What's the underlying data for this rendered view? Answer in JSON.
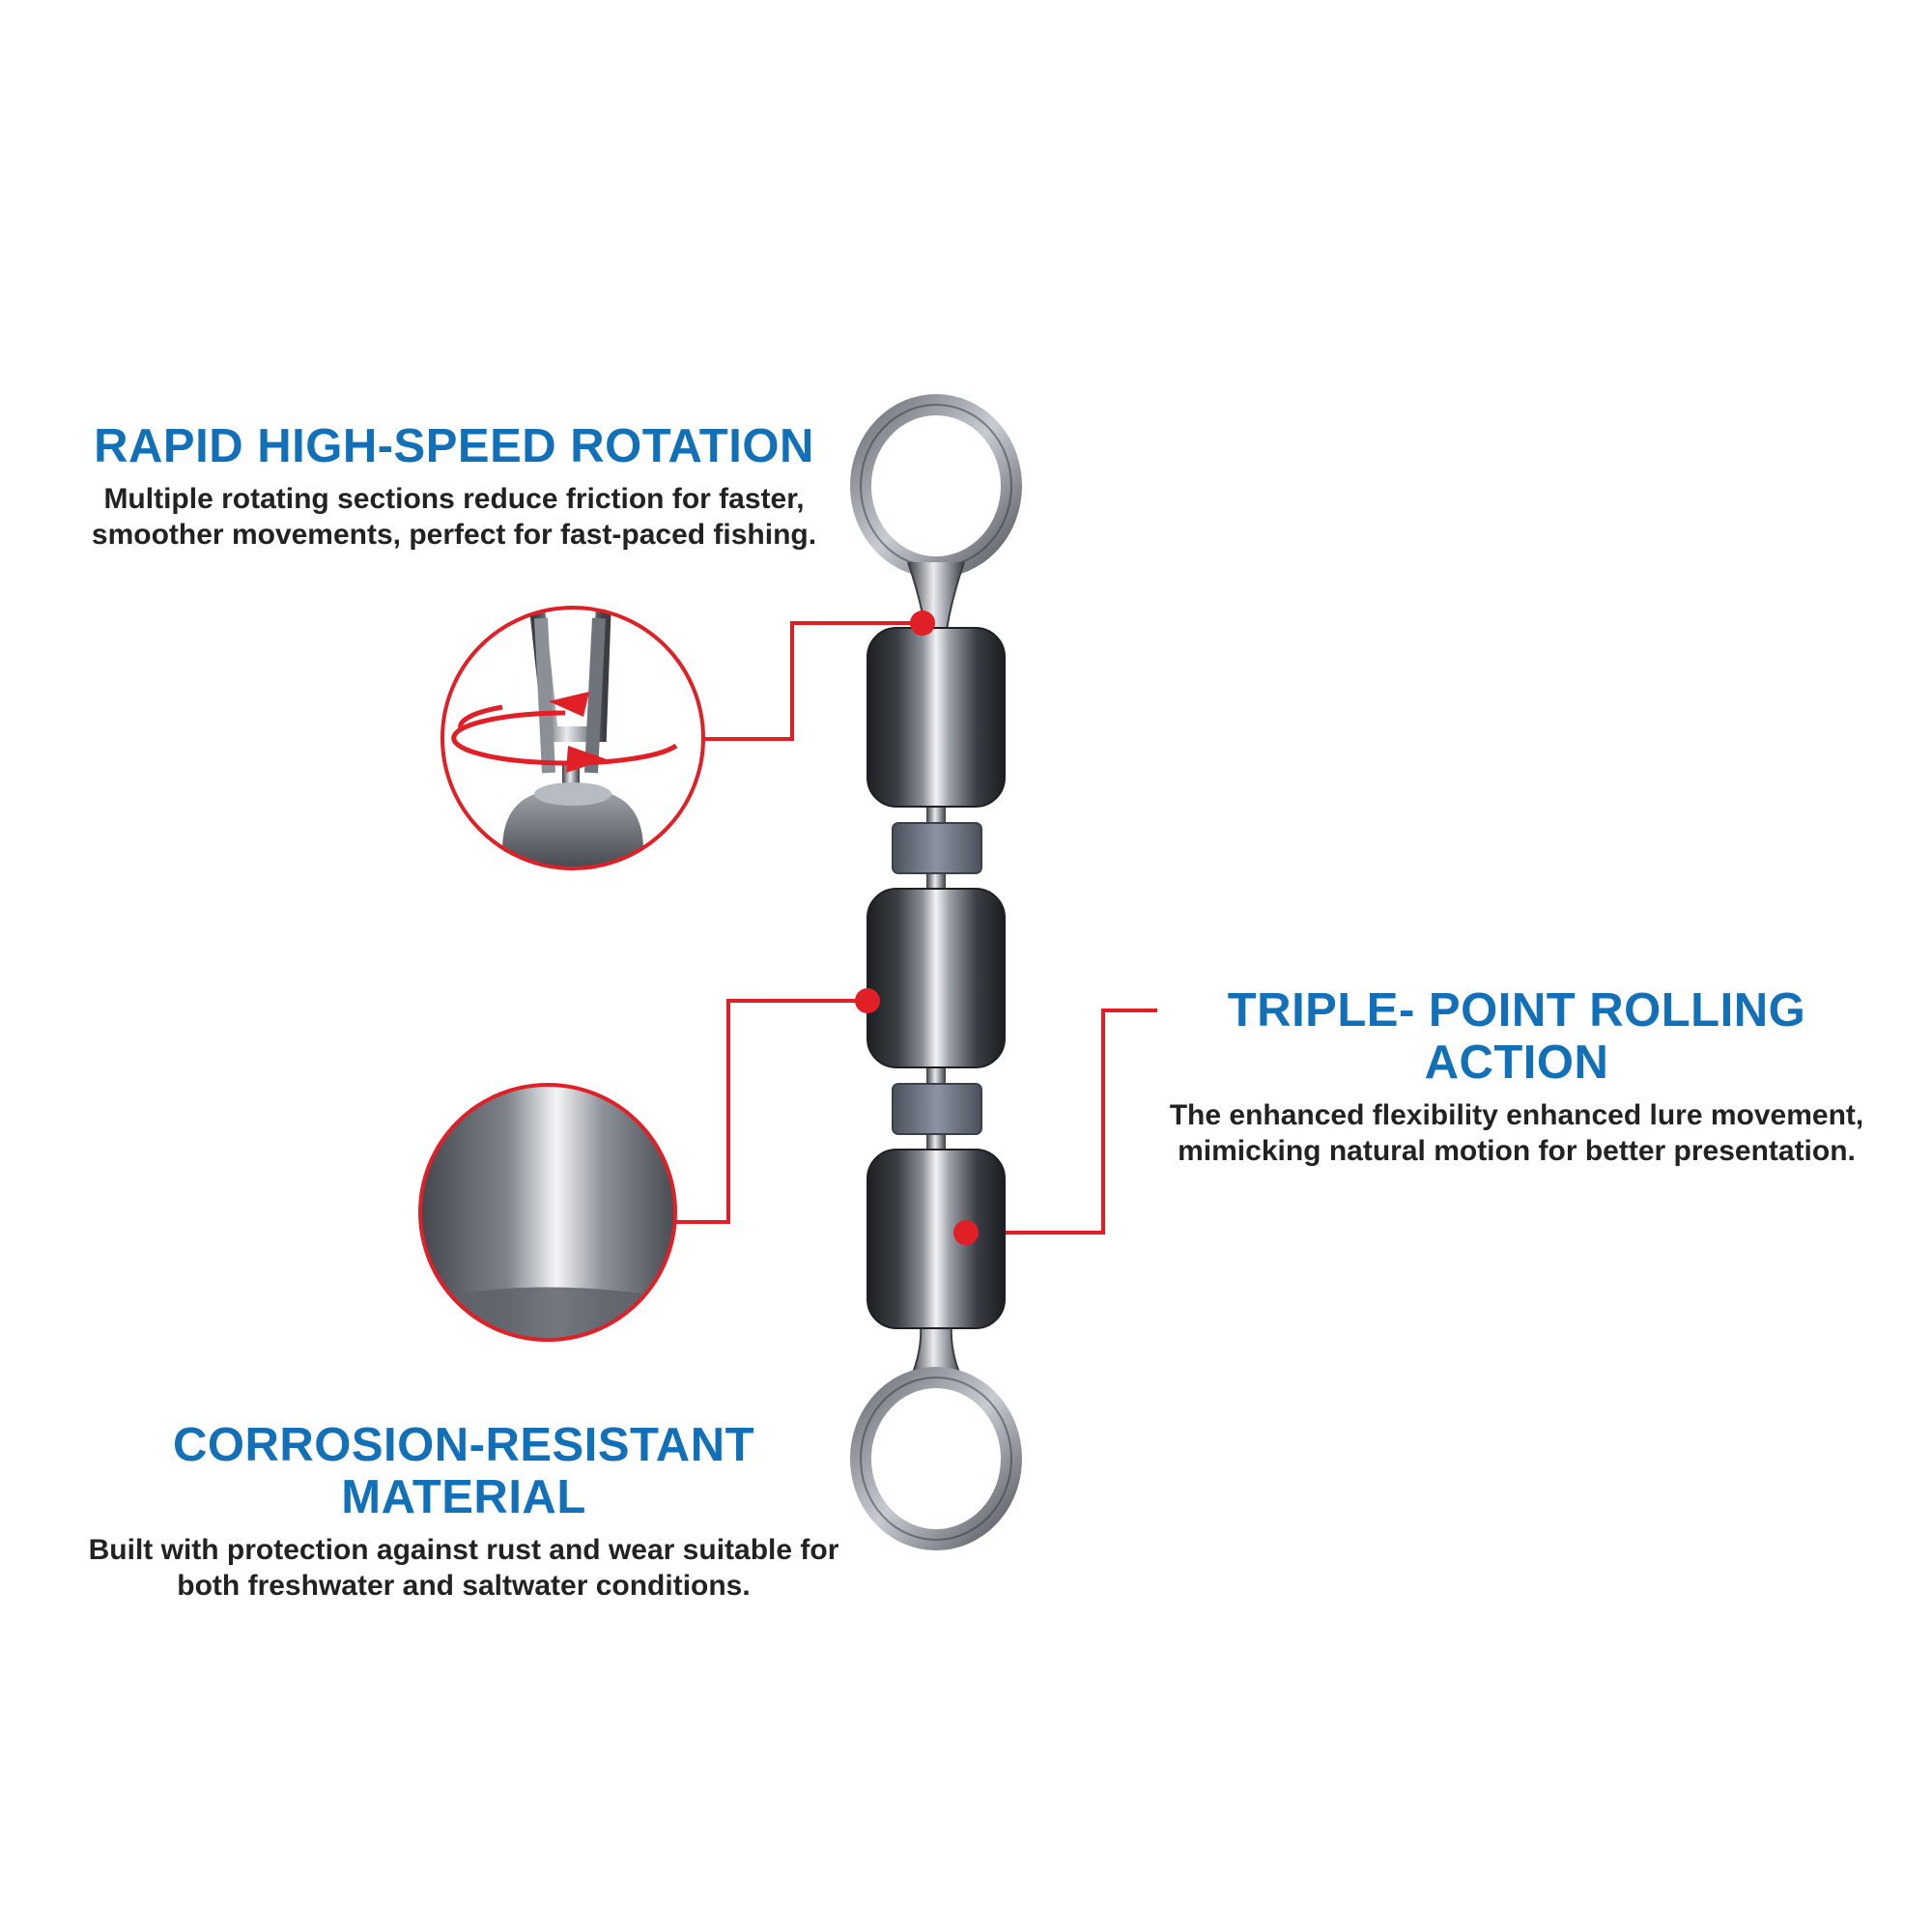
{
  "colors": {
    "heading_blue": "#1170b8",
    "callout_red": "#e01f26",
    "body_text": "#222222",
    "metal_dark": "#2b2d31",
    "metal_light": "#e6e8ec",
    "background": "#ffffff"
  },
  "features": {
    "rotation": {
      "title": "RAPID HIGH-SPEED ROTATION",
      "description": "Multiple rotating sections reduce friction for faster, smoother movements, perfect for fast-paced fishing."
    },
    "rolling": {
      "title": "TRIPLE- POINT ROLLING ACTION",
      "description": "The enhanced flexibility enhanced lure movement, mimicking natural motion for better presentation."
    },
    "material": {
      "title": "CORROSION-RESISTANT MATERIAL",
      "description": "Built with protection against rust and wear suitable for both freshwater and saltwater conditions."
    }
  },
  "illustration": {
    "product": "triple-barrel-swivel",
    "barrel_count": 3,
    "icons": [
      "rotation-arrow-icon",
      "detail-zoom-circle"
    ]
  }
}
